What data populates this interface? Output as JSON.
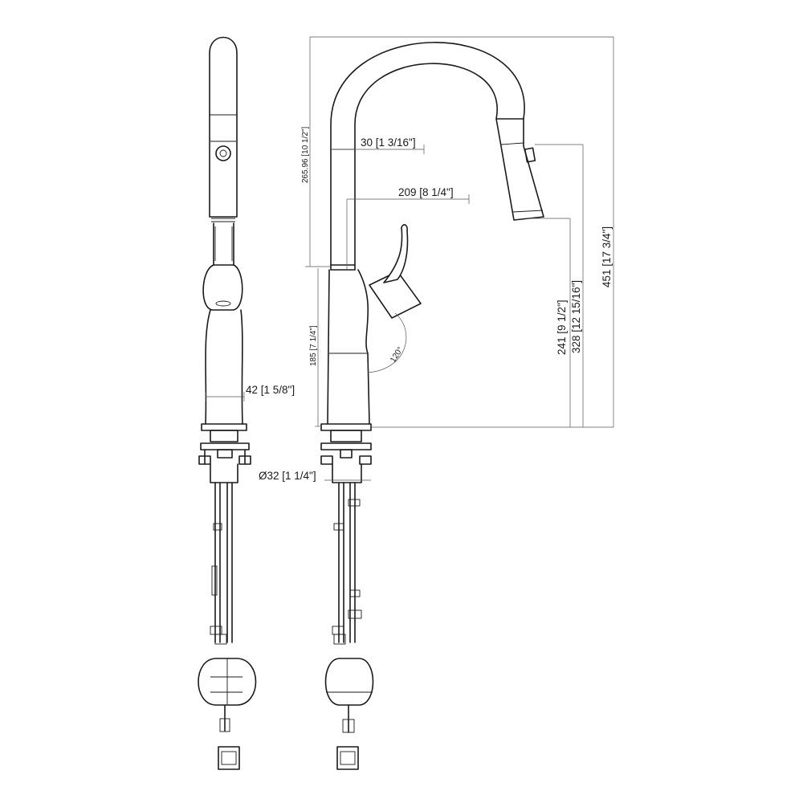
{
  "dimensions": {
    "body_width": "42 [1 5/8\"]",
    "hole_diameter": "Ø32 [1 1/4\"]",
    "spout_tube": "30 [1 3/16\"]",
    "reach": "209 [8 1/4\"]",
    "upper_height": "265.96 [10 1/2\"]",
    "base_height": "185 [7 1/4\"]",
    "under_spout": "241 [9 1/2\"]",
    "spray_height": "328 [12 15/16\"]",
    "total_height": "451 [17 3/4\"]",
    "handle_angle": "120°"
  },
  "colors": {
    "line": "#1a1a1a",
    "dimension": "#555555",
    "background": "#ffffff"
  }
}
